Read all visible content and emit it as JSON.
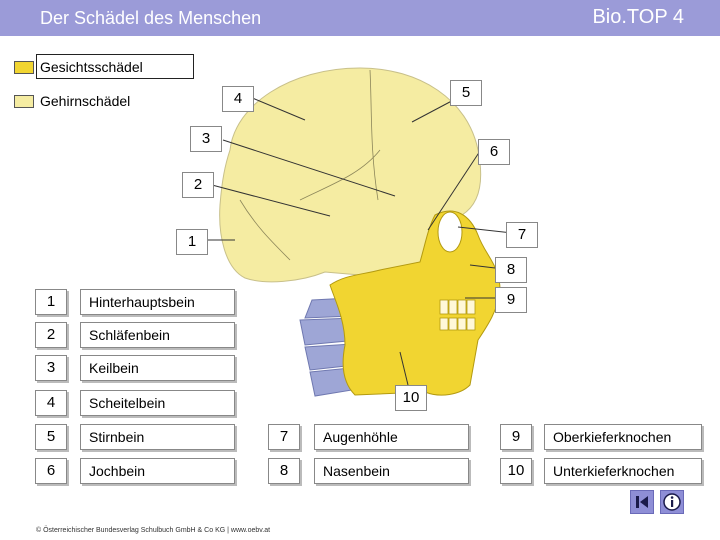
{
  "header": {
    "title": "Der Schädel des Menschen",
    "brand": "Bio.TOP 4"
  },
  "legend": [
    {
      "label": "Gesichtsschädel",
      "color": "#f1d531"
    },
    {
      "label": "Gehirnschädel",
      "color": "#f5eca2"
    }
  ],
  "markers": [
    "1",
    "2",
    "3",
    "4",
    "5",
    "6",
    "7",
    "8",
    "9",
    "10"
  ],
  "table": [
    {
      "num": "1",
      "label": "Hinterhauptsbein"
    },
    {
      "num": "2",
      "label": "Schläfenbein"
    },
    {
      "num": "3",
      "label": "Keilbein"
    },
    {
      "num": "4",
      "label": "Scheitelbein"
    },
    {
      "num": "5",
      "label": "Stirnbein"
    },
    {
      "num": "6",
      "label": "Jochbein"
    },
    {
      "num": "7",
      "label": "Augenhöhle"
    },
    {
      "num": "8",
      "label": "Nasenbein"
    },
    {
      "num": "9",
      "label": "Oberkieferknochen"
    },
    {
      "num": "10",
      "label": "Unterkieferknochen"
    }
  ],
  "footer": {
    "copyright": "© Österreichischer Bundesverlag Schulbuch GmbH & Co KG | www.oebv.at"
  },
  "nav": {
    "back": "back-icon",
    "info": "info-icon"
  }
}
